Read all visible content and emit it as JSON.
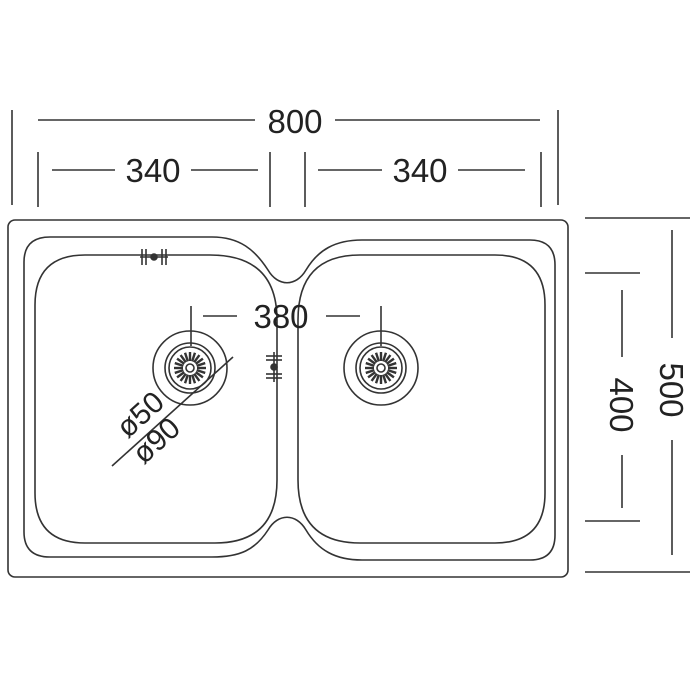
{
  "diagram": {
    "dimensions": {
      "overall_width": "800",
      "left_bowl_width": "340",
      "right_bowl_width": "340",
      "drain_spacing": "380",
      "overall_depth": "500",
      "bowl_depth": "400",
      "drain_inner_diameter": "ø50",
      "drain_outer_diameter": "ø90"
    },
    "colors": {
      "line": "#333333",
      "background": "#ffffff"
    }
  }
}
